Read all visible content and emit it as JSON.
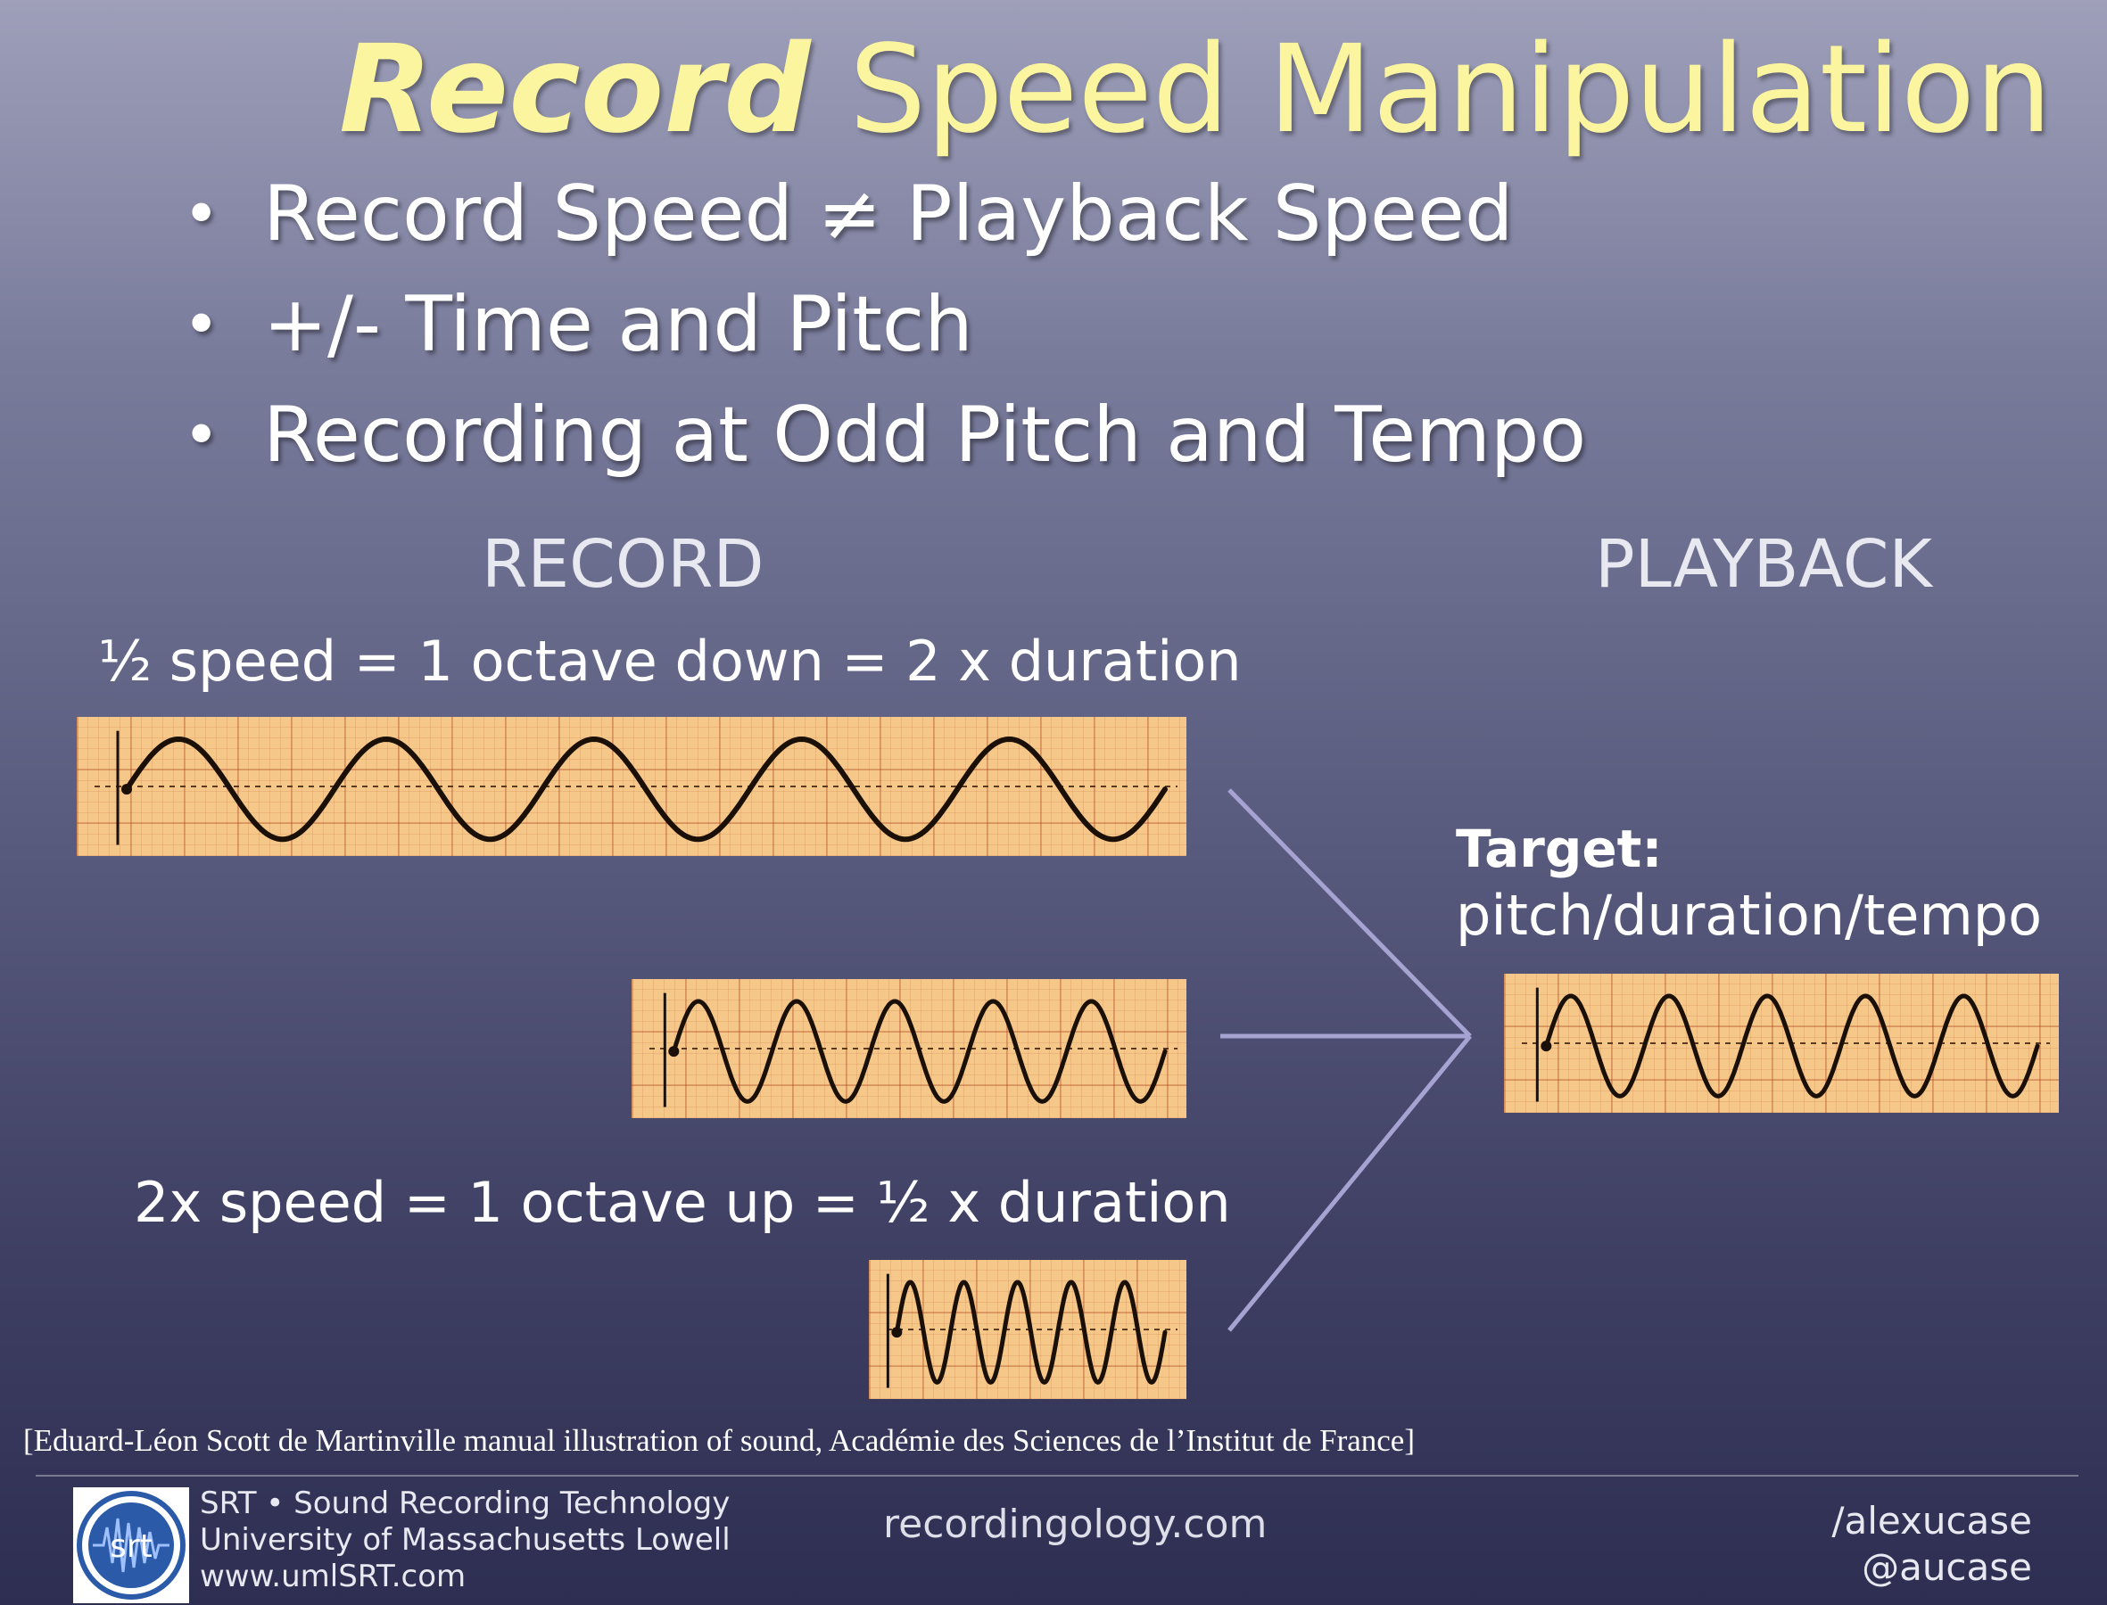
{
  "slide": {
    "title_emph": "Record",
    "title_rest": "Speed Manipulation",
    "bullets": [
      "Record Speed ≠ Playback Speed",
      "+/- Time and Pitch",
      "Recording at Odd Pitch and Tempo"
    ],
    "bullet_symbol": "•"
  },
  "diagram": {
    "record_heading": "RECORD",
    "playback_heading": "PLAYBACK",
    "half_speed_caption": "½ speed = 1 octave down = 2 x duration",
    "double_speed_caption": "2x speed = 1 octave up =  ½ x duration",
    "target_label": "Target:",
    "target_sub": "pitch/duration/tempo",
    "waveforms": [
      {
        "name": "half-speed",
        "cycles": 5
      },
      {
        "name": "normal-speed",
        "cycles": 5
      },
      {
        "name": "double-speed",
        "cycles": 5
      },
      {
        "name": "playback-target",
        "cycles": 5
      }
    ],
    "colors": {
      "paper": "#f5c88a",
      "ink": "#1a1008",
      "arrow": "#a6a3d2",
      "title": "#fbf5a0"
    }
  },
  "credit": "[Eduard-Léon Scott de Martinville manual illustration of sound, Académie des Sciences de l’Institut de France]",
  "footer": {
    "logo_text": "srt",
    "org_line1": "SRT • Sound Recording Technology",
    "org_line2": "University of Massachusetts Lowell",
    "org_line3": "www.umlSRT.com",
    "website": "recordingology.com",
    "social_line1": "/alexucase",
    "social_line2": "@aucase"
  }
}
